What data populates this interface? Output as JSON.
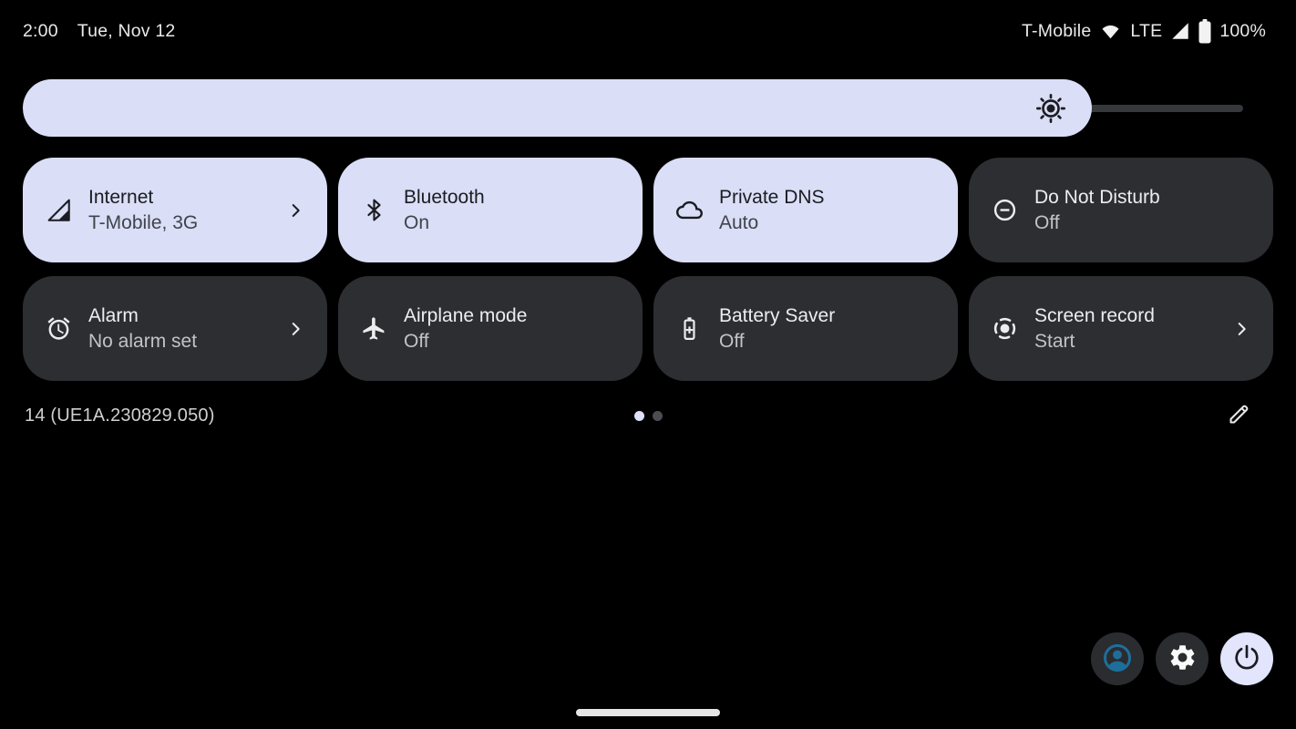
{
  "status_bar": {
    "time": "2:00",
    "date": "Tue, Nov 12",
    "carrier": "T-Mobile",
    "network_type": "LTE",
    "battery_level": "100%"
  },
  "brightness": {
    "fill_percent": 87.5
  },
  "tiles": [
    {
      "id": "internet",
      "title": "Internet",
      "subtitle": "T-Mobile, 3G",
      "active": true,
      "chevron": true,
      "icon": "mobile-signal"
    },
    {
      "id": "bluetooth",
      "title": "Bluetooth",
      "subtitle": "On",
      "active": true,
      "chevron": false,
      "icon": "bluetooth"
    },
    {
      "id": "private-dns",
      "title": "Private DNS",
      "subtitle": "Auto",
      "active": true,
      "chevron": false,
      "icon": "cloud"
    },
    {
      "id": "do-not-disturb",
      "title": "Do Not Disturb",
      "subtitle": "Off",
      "active": false,
      "chevron": false,
      "icon": "do-not-disturb"
    },
    {
      "id": "alarm",
      "title": "Alarm",
      "subtitle": "No alarm set",
      "active": false,
      "chevron": true,
      "icon": "alarm-clock"
    },
    {
      "id": "airplane-mode",
      "title": "Airplane mode",
      "subtitle": "Off",
      "active": false,
      "chevron": false,
      "icon": "airplane"
    },
    {
      "id": "battery-saver",
      "title": "Battery Saver",
      "subtitle": "Off",
      "active": false,
      "chevron": false,
      "icon": "battery-saver"
    },
    {
      "id": "screen-record",
      "title": "Screen record",
      "subtitle": "Start",
      "active": false,
      "chevron": true,
      "icon": "screen-record"
    }
  ],
  "footer": {
    "build_number": "14 (UE1A.230829.050)",
    "page_count": 2,
    "active_page": 1
  },
  "colors": {
    "background": "#000000",
    "tile_active": "#dadef6",
    "tile_inactive": "#2d2e32",
    "brightness_fill": "#dadef7",
    "power_button": "#e2e5fc",
    "avatar_blue": "#1d6f9a",
    "status_text": "#e9eaea"
  }
}
